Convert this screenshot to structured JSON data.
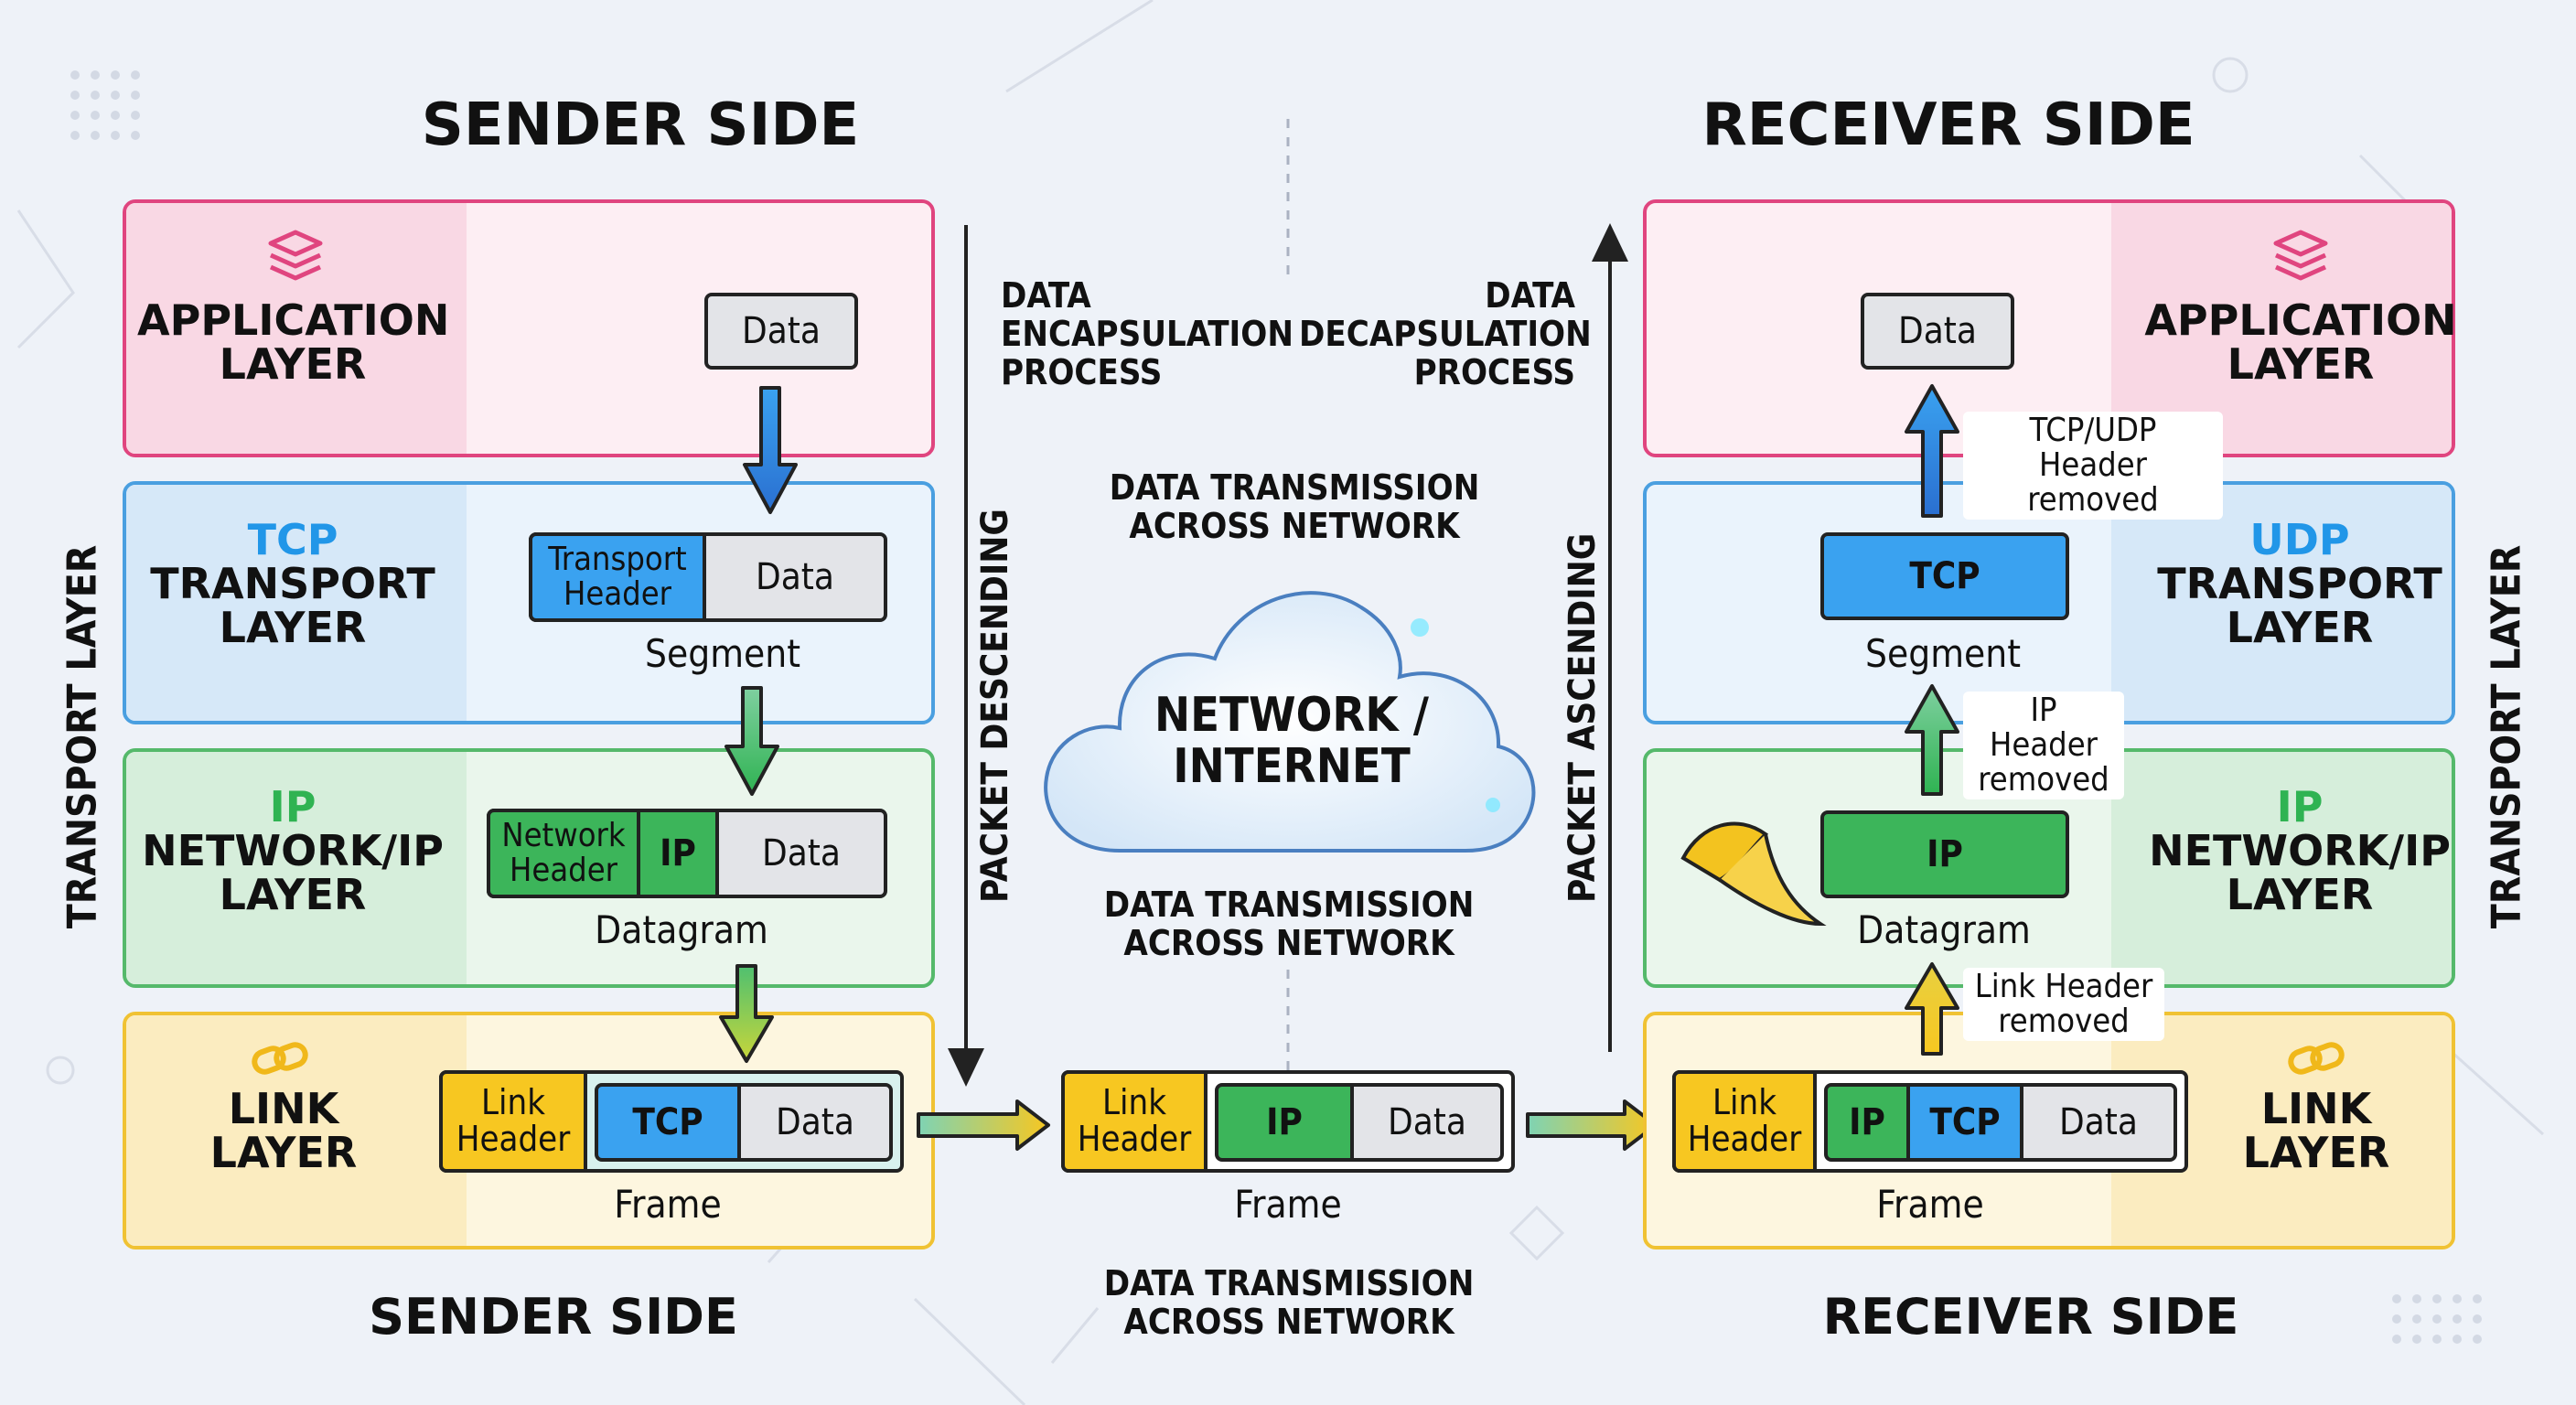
{
  "headings": {
    "sender_top": "SENDER SIDE",
    "receiver_top": "RECEIVER SIDE",
    "sender_bottom": "SENDER SIDE",
    "receiver_bottom": "RECEIVER SIDE"
  },
  "side_labels": {
    "left": "TRANSPORT LAYER",
    "right": "TRANSPORT LAYER"
  },
  "sender": {
    "application": {
      "line1": "APPLICATION",
      "line2": "LAYER",
      "data": "Data"
    },
    "transport": {
      "accent": "TCP",
      "line1": "TRANSPORT",
      "line2": "LAYER",
      "header_line1": "Transport",
      "header_line2": "Header",
      "data": "Data",
      "caption": "Segment"
    },
    "network": {
      "accent": "IP",
      "line1": "NETWORK/IP",
      "line2": "LAYER",
      "header_line1": "Network",
      "header_line2": "Header",
      "ip": "IP",
      "data": "Data",
      "caption": "Datagram"
    },
    "link": {
      "line1": "LINK",
      "line2": "LAYER",
      "header_line1": "Link",
      "header_line2": "Header",
      "tcp": "TCP",
      "data": "Data",
      "caption": "Frame"
    }
  },
  "receiver": {
    "application": {
      "line1": "APPLICATION",
      "line2": "LAYER",
      "data": "Data",
      "note_line1": "TCP/UDP Header",
      "note_line2": "removed"
    },
    "transport": {
      "accent": "UDP",
      "line1": "TRANSPORT",
      "line2": "LAYER",
      "tcp": "TCP",
      "caption": "Segment",
      "note_line1": "IP Header",
      "note_line2": "removed"
    },
    "network": {
      "accent": "IP",
      "line1": "NETWORK/IP",
      "line2": "LAYER",
      "ip": "IP",
      "caption": "Datagram",
      "note_line1": "Link Header",
      "note_line2": "removed"
    },
    "link": {
      "line1": "LINK",
      "line2": "LAYER",
      "header_line1": "Link",
      "header_line2": "Header",
      "ip": "IP",
      "tcp": "TCP",
      "data": "Data",
      "caption": "Frame"
    }
  },
  "center": {
    "encap_line1": "DATA",
    "encap_line2": "ENCAPSULATION",
    "encap_line3": "PROCESS",
    "decap_line1": "DATA",
    "decap_line2": "DECAPSULATION",
    "decap_line3": "PROCESS",
    "trans1_line1": "DATA TRANSMISSION",
    "trans1_line2": "ACROSS NETWORK",
    "cloud_line1": "NETWORK /",
    "cloud_line2": "INTERNET",
    "trans2_line1": "DATA TRANSMISSION",
    "trans2_line2": "ACROSS NETWORK",
    "trans3_line1": "DATA TRANSMISSION",
    "trans3_line2": "ACROSS NETWORK",
    "descending": "PACKET DESCENDING",
    "ascending": "PACKET ASCENDING",
    "mid_frame": {
      "header_line1": "Link",
      "header_line2": "Header",
      "ip": "IP",
      "data": "Data",
      "caption": "Frame"
    }
  },
  "colors": {
    "application": "#e0457f",
    "transport": "#4a9fe0",
    "network": "#55b96b",
    "link": "#f0c233",
    "tcp_accent": "#2196e8",
    "ip_accent": "#2fb352"
  },
  "icons": [
    "layers-icon",
    "chain-link-icon",
    "cloud-icon"
  ]
}
